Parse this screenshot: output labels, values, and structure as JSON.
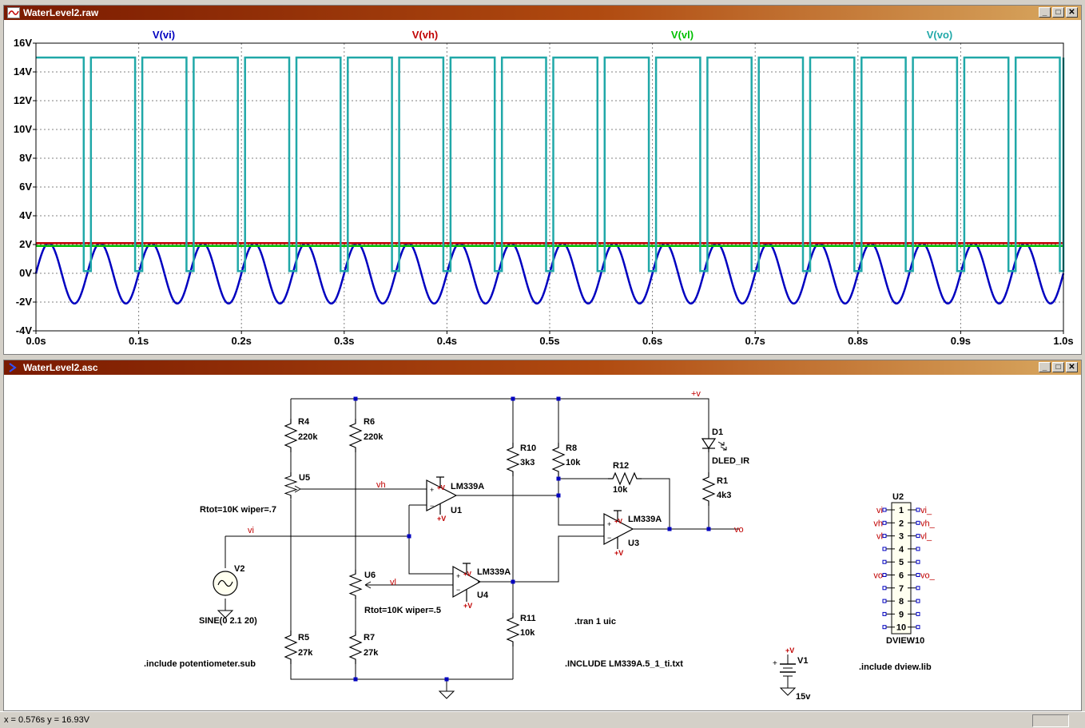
{
  "waveform_window": {
    "title": "WaterLevel2.raw",
    "buttons": {
      "minimize": "_",
      "maximize": "□",
      "close": "✕"
    }
  },
  "schematic_window": {
    "title": "WaterLevel2.asc",
    "buttons": {
      "minimize": "_",
      "maximize": "□",
      "close": "✕"
    }
  },
  "chart_data": {
    "type": "line",
    "series": [
      {
        "name": "V(vi)",
        "color": "#0000c0",
        "kind": "sine",
        "amplitude": 2.1,
        "frequency_hz": 20,
        "offset": 0
      },
      {
        "name": "V(vh)",
        "color": "#c00000",
        "kind": "constant",
        "value": 2.1
      },
      {
        "name": "V(vl)",
        "color": "#00c000",
        "kind": "constant",
        "value": 1.9
      },
      {
        "name": "V(vo)",
        "color": "#20a8a8",
        "kind": "pulse",
        "high": 15,
        "low": 0.15,
        "period_s": 0.05,
        "low_start_s": 0.0465,
        "low_end_s": 0.0535
      }
    ],
    "xlim": [
      0,
      1.0
    ],
    "ylim": [
      -4,
      16
    ],
    "x_ticks": [
      0,
      0.1,
      0.2,
      0.3,
      0.4,
      0.5,
      0.6,
      0.7,
      0.8,
      0.9,
      1.0
    ],
    "x_tick_labels": [
      "0.0s",
      "0.1s",
      "0.2s",
      "0.3s",
      "0.4s",
      "0.5s",
      "0.6s",
      "0.7s",
      "0.8s",
      "0.9s",
      "1.0s"
    ],
    "y_ticks": [
      -4,
      -2,
      0,
      2,
      4,
      6,
      8,
      10,
      12,
      14,
      16
    ],
    "y_tick_labels": [
      "-4V",
      "-2V",
      "0V",
      "2V",
      "4V",
      "6V",
      "8V",
      "10V",
      "12V",
      "14V",
      "16V"
    ],
    "grid": true
  },
  "schematic": {
    "components": {
      "r4": {
        "name": "R4",
        "value": "220k"
      },
      "r6": {
        "name": "R6",
        "value": "220k"
      },
      "r5": {
        "name": "R5",
        "value": "27k"
      },
      "r7": {
        "name": "R7",
        "value": "27k"
      },
      "r8": {
        "name": "R8",
        "value": "10k"
      },
      "r10": {
        "name": "R10",
        "value": "3k3"
      },
      "r11": {
        "name": "R11",
        "value": "10k"
      },
      "r12": {
        "name": "R12",
        "value": "10k"
      },
      "r1": {
        "name": "R1",
        "value": "4k3"
      },
      "u5": {
        "name": "U5",
        "param": "Rtot=10K wiper=.7"
      },
      "u6": {
        "name": "U6",
        "param": "Rtot=10K wiper=.5"
      },
      "u1": {
        "name": "U1",
        "part": "LM339A"
      },
      "u3": {
        "name": "U3",
        "part": "LM339A"
      },
      "u4": {
        "name": "U4",
        "part": "LM339A"
      },
      "d1": {
        "name": "D1",
        "part": "DLED_IR"
      },
      "v2": {
        "name": "V2",
        "value": "SINE(0 2.1 20)"
      },
      "v1": {
        "name": "V1",
        "value": "15v"
      },
      "u2": {
        "name": "U2",
        "part": "DVIEW10"
      }
    },
    "nets": {
      "vi": "vi",
      "vh": "vh",
      "vl": "vl",
      "vo": "vo",
      "vplus": "+v",
      "vplus_short": "+V"
    },
    "directives": {
      "inc_pot": ".include potentiometer.sub",
      "inc_lm": ".INCLUDE LM339A.5_1_ti.txt",
      "tran": ".tran 1 uic",
      "inc_dview": ".include dview.lib"
    },
    "dview": {
      "pins": [
        "1",
        "2",
        "3",
        "4",
        "5",
        "6",
        "7",
        "8",
        "9",
        "10"
      ],
      "left_labels": [
        "vi",
        "vh",
        "vl",
        "",
        "",
        "vo",
        "",
        "",
        "",
        ""
      ],
      "right_labels": [
        "vi_",
        "vh_",
        "vl_",
        "",
        "",
        "vo_",
        "",
        "",
        "",
        ""
      ]
    }
  },
  "status_bar": {
    "coords": "x = 0.576s    y = 16.93V"
  }
}
